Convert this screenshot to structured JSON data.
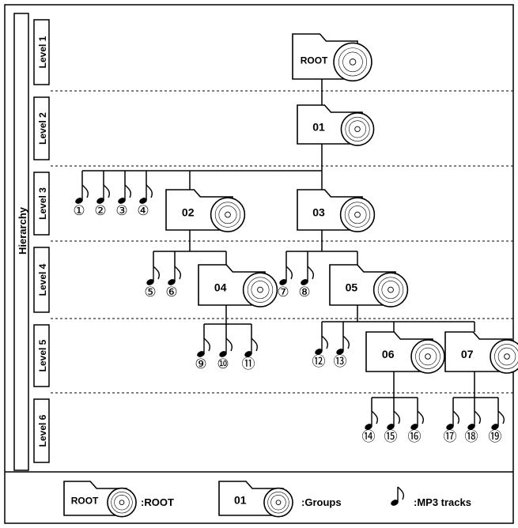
{
  "hierarchy": {
    "title": "Hierarchy",
    "levels": [
      {
        "label": "Level 1"
      },
      {
        "label": "Level 2"
      },
      {
        "label": "Level 3"
      },
      {
        "label": "Level 4"
      },
      {
        "label": "Level 5"
      },
      {
        "label": "Level 6"
      }
    ]
  },
  "folders": [
    {
      "id": "root",
      "label": "ROOT",
      "level": 1
    },
    {
      "id": "g01",
      "label": "01",
      "level": 2
    },
    {
      "id": "g02",
      "label": "02",
      "level": 3
    },
    {
      "id": "g03",
      "label": "03",
      "level": 3
    },
    {
      "id": "g04",
      "label": "04",
      "level": 4
    },
    {
      "id": "g05",
      "label": "05",
      "level": 4
    },
    {
      "id": "g06",
      "label": "06",
      "level": 5
    },
    {
      "id": "g07",
      "label": "07",
      "level": 5
    }
  ],
  "tracks": [
    {
      "label": "①",
      "parent": "g01"
    },
    {
      "label": "②",
      "parent": "g01"
    },
    {
      "label": "③",
      "parent": "g01"
    },
    {
      "label": "④",
      "parent": "g01"
    },
    {
      "label": "⑤",
      "parent": "g02"
    },
    {
      "label": "⑥",
      "parent": "g02"
    },
    {
      "label": "⑦",
      "parent": "g03"
    },
    {
      "label": "⑧",
      "parent": "g03"
    },
    {
      "label": "⑨",
      "parent": "g04"
    },
    {
      "label": "⑩",
      "parent": "g04"
    },
    {
      "label": "⑪",
      "parent": "g04"
    },
    {
      "label": "⑫",
      "parent": "g05"
    },
    {
      "label": "⑬",
      "parent": "g05"
    },
    {
      "label": "⑭",
      "parent": "g06"
    },
    {
      "label": "⑮",
      "parent": "g06"
    },
    {
      "label": "⑯",
      "parent": "g06"
    },
    {
      "label": "⑰",
      "parent": "g07"
    },
    {
      "label": "⑱",
      "parent": "g07"
    },
    {
      "label": "⑲",
      "parent": "g07"
    }
  ],
  "legend": {
    "root": {
      "icon_label": "ROOT",
      "text": ":ROOT"
    },
    "group": {
      "icon_label": "01",
      "text": ":Groups"
    },
    "track": {
      "text": ":MP3 tracks"
    }
  }
}
